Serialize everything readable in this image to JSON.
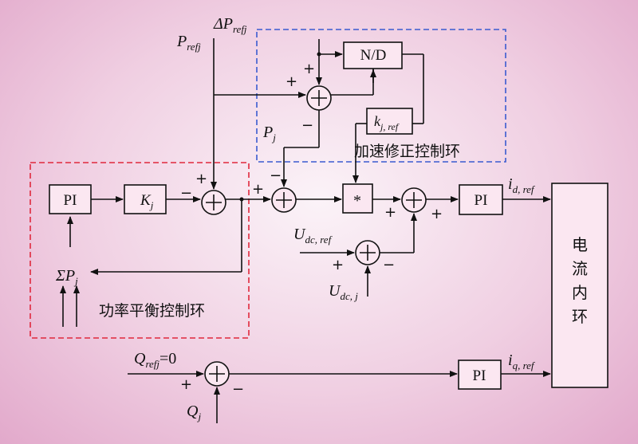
{
  "colors": {
    "red_region": "#e0283c",
    "blue_region": "#3a5bd0"
  },
  "blocks": {
    "pi1": "PI",
    "kj_main": "K",
    "kj_sub": "j",
    "nd": "N/D",
    "kref_main": "k",
    "kref_sub": "j, ref",
    "mult": "*",
    "pi_d": "PI",
    "pi_q": "PI",
    "inner_1": "电",
    "inner_2": "流",
    "inner_3": "内",
    "inner_4": "环"
  },
  "regions": {
    "power_balance": "功率平衡控制环",
    "accel_correction": "加速修正控制环"
  },
  "signals": {
    "pref_main": "P",
    "pref_sub": "refj",
    "dpref_main": "ΔP",
    "dpref_sub": "refj",
    "pj_main": "P",
    "pj_sub": "j",
    "sum_pj": "ΣP",
    "sum_pj_sub": "j",
    "udc_ref_main": "U",
    "udc_ref_sub": "dc, ref",
    "udc_j_main": "U",
    "udc_j_sub": "dc, j",
    "id_ref_main": "i",
    "id_ref_sub": "d, ref",
    "iq_ref_main": "i",
    "iq_ref_sub": "q, ref",
    "qref_main": "Q",
    "qref_sub": "refj",
    "qref_val": "=0",
    "qj_main": "Q",
    "qj_sub": "j"
  },
  "signs": {
    "plus": "+",
    "minus": "−"
  }
}
